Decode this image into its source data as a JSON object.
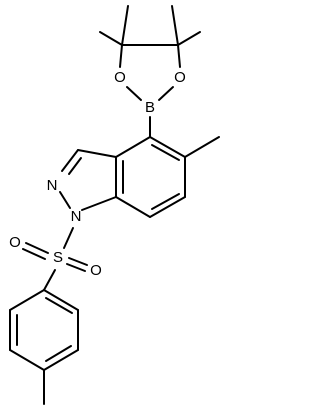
{
  "molecule": {
    "atoms": {
      "boron": "B",
      "oxygen_left": "O",
      "oxygen_right": "O",
      "nitrogen_ring": "N",
      "nitrogen_sulfonyl": "N",
      "sulfur": "S",
      "oxygen_sulfonyl_top": "O",
      "oxygen_sulfonyl_bottom": "O"
    }
  }
}
